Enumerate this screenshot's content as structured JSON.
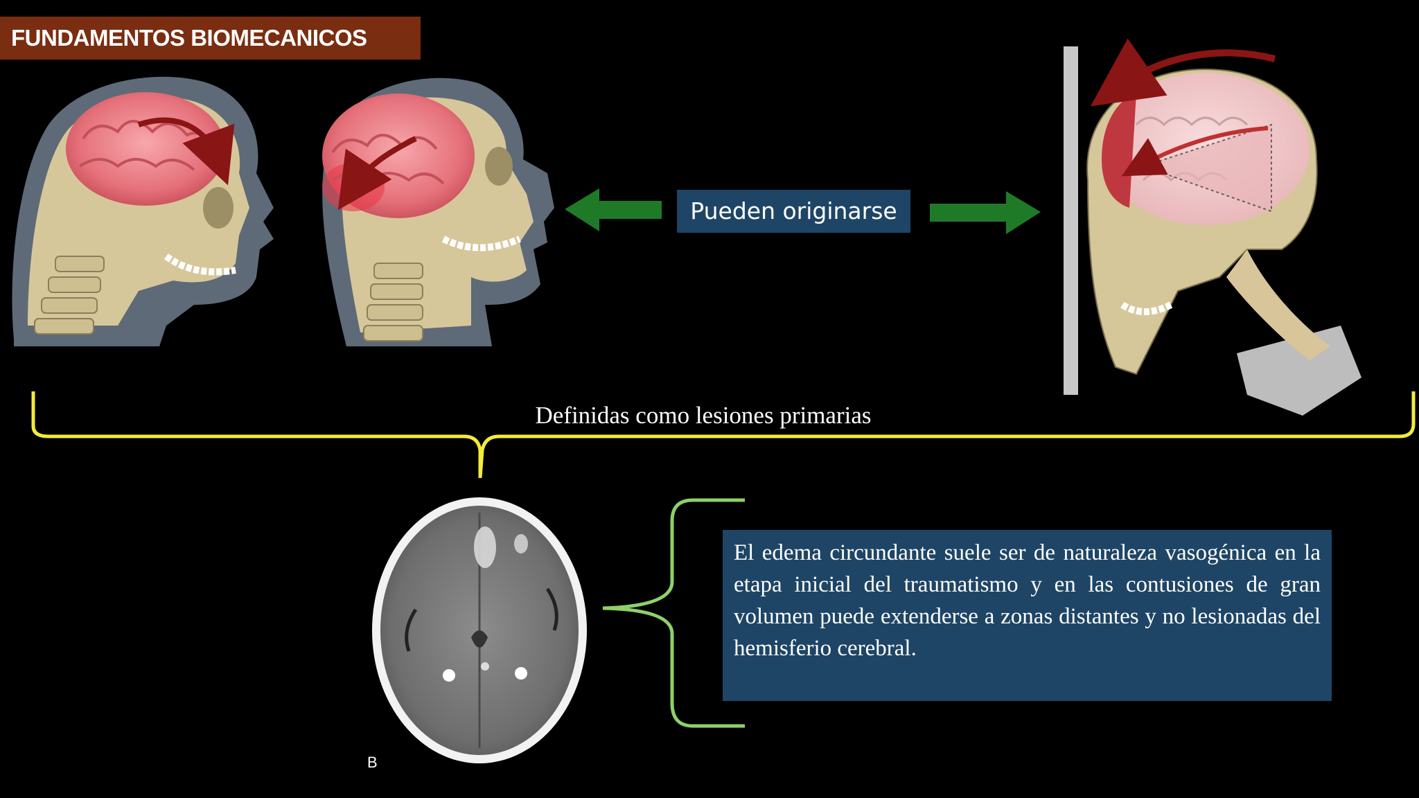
{
  "title": "FUNDAMENTOS BIOMECANICOS",
  "center_label": "Pueden originarse",
  "brace_label": "Definidas como lesiones primarias",
  "description": "El edema circundante suele ser de naturaleza vasogénica en la etapa inicial del traumatismo y en las contusiones de gran volumen puede extenderse a zonas distantes y no lesionadas del hemisferio cerebral.",
  "ct_panel_label": "B",
  "colors": {
    "title_bg": "#7a2d10",
    "label_bg": "#1e4565",
    "arrow_green": "#1f7a27",
    "brace_yellow": "#f2ec3a",
    "brace_green": "#8fd06a",
    "brain_pink": "#e8727a",
    "skull_bone": "#d9cba0"
  },
  "icons": {
    "left_arrow": "green-left-arrow-icon",
    "right_arrow": "green-right-arrow-icon"
  }
}
